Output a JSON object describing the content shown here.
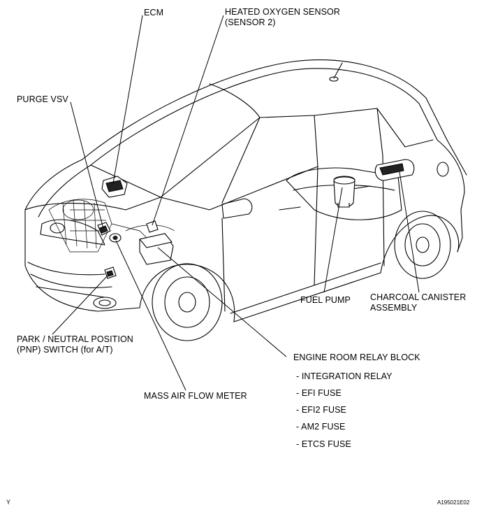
{
  "labels": {
    "ecm": "ECM",
    "heated_oxygen_sensor_1": "HEATED OXYGEN SENSOR",
    "heated_oxygen_sensor_2": "(SENSOR 2)",
    "purge_vsv": "PURGE VSV",
    "fuel_pump": "FUEL PUMP",
    "charcoal_canister_1": "CHARCOAL CANISTER",
    "charcoal_canister_2": "ASSEMBLY",
    "pnp_switch_1": "PARK / NEUTRAL POSITION",
    "pnp_switch_2": "(PNP)  SWITCH (for A/T)",
    "engine_room_relay_block": "ENGINE ROOM RELAY BLOCK",
    "mass_air_flow_meter": "MASS AIR FLOW METER"
  },
  "relay_block_items": [
    "- INTEGRATION RELAY",
    "- EFI FUSE",
    "- EFI2 FUSE",
    "- AM2 FUSE",
    "- ETCS FUSE"
  ],
  "corner_mark": "Y",
  "figure_code": "A195021E02"
}
